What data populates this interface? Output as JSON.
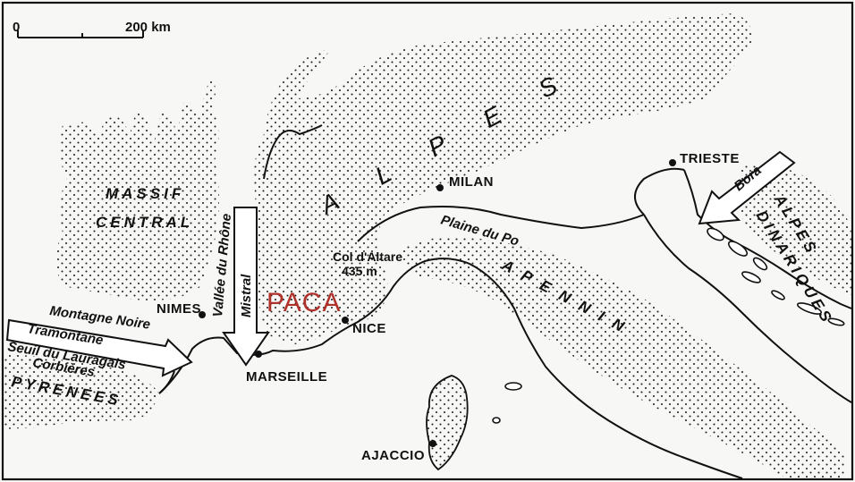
{
  "scale": {
    "zero": "0",
    "distance": "200 km"
  },
  "mountains": {
    "alpes": "A L P E S",
    "massif_central_1": "MASSIF",
    "massif_central_2": "CENTRAL",
    "apennin": "A P E N N I N",
    "alpes_dinariques_1": "ALPES",
    "alpes_dinariques_2": "DINARIQUES",
    "pyrenees": "PYRENEES"
  },
  "cities": {
    "milan": "MILAN",
    "trieste": "TRIESTE",
    "nimes": "NIMES",
    "nice": "NICE",
    "marseille": "MARSEILLE",
    "ajaccio": "AJACCIO"
  },
  "features": {
    "vallee_rhone": "Vallée du Rhône",
    "plaine_po": "Plaine du Po",
    "col_altare_1": "Col d'Altare",
    "col_altare_2": "435 m",
    "montagne_noire": "Montagne Noire",
    "seuil_lauragais": "Seuil du Lauragais",
    "corbieres": "Corbières"
  },
  "winds": {
    "mistral": "Mistral",
    "tramontane": "Tramontane",
    "bora": "Bora"
  },
  "region_highlight": {
    "label": "PACA",
    "color": "#b0302a"
  }
}
